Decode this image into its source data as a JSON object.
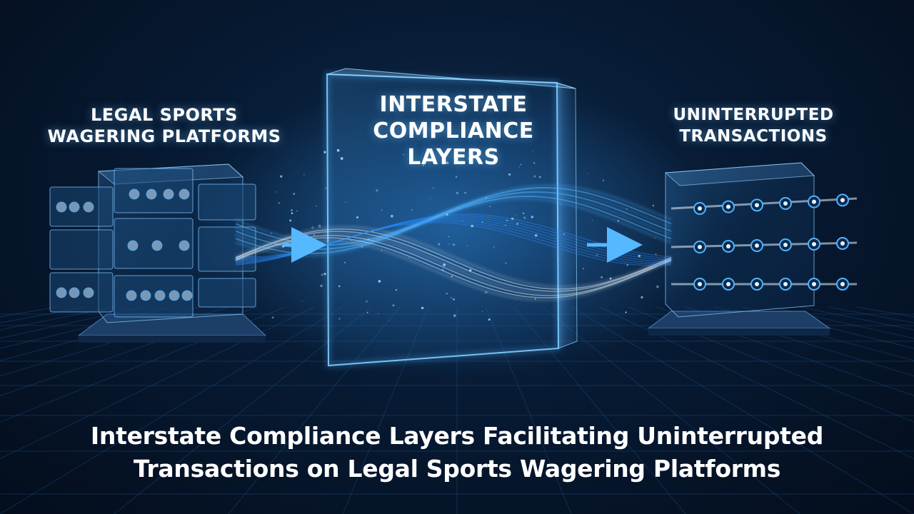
{
  "diagram": {
    "left_node": {
      "lines": [
        "LEGAL SPORTS",
        "WAGERING PLATFORMS"
      ],
      "icon": "sports-dashboard-panels"
    },
    "center_node": {
      "lines": [
        "INTERSTATE",
        "COMPLIANCE",
        "LAYERS"
      ],
      "icon": "glass-compliance-barrier"
    },
    "right_node": {
      "lines": [
        "UNINTERRUPTED",
        "TRANSACTIONS"
      ],
      "icon": "transaction-data-cube"
    },
    "flow": [
      "left_node",
      "center_node",
      "right_node"
    ]
  },
  "caption": {
    "lines": [
      "Interstate Compliance Layers Facilitating Uninterrupted",
      "Transactions on Legal Sports Wagering Platforms"
    ]
  },
  "colors": {
    "background": "#061630",
    "accent": "#4fb3ff",
    "stream_light": "#e6f3ff",
    "text": "#ffffff"
  }
}
